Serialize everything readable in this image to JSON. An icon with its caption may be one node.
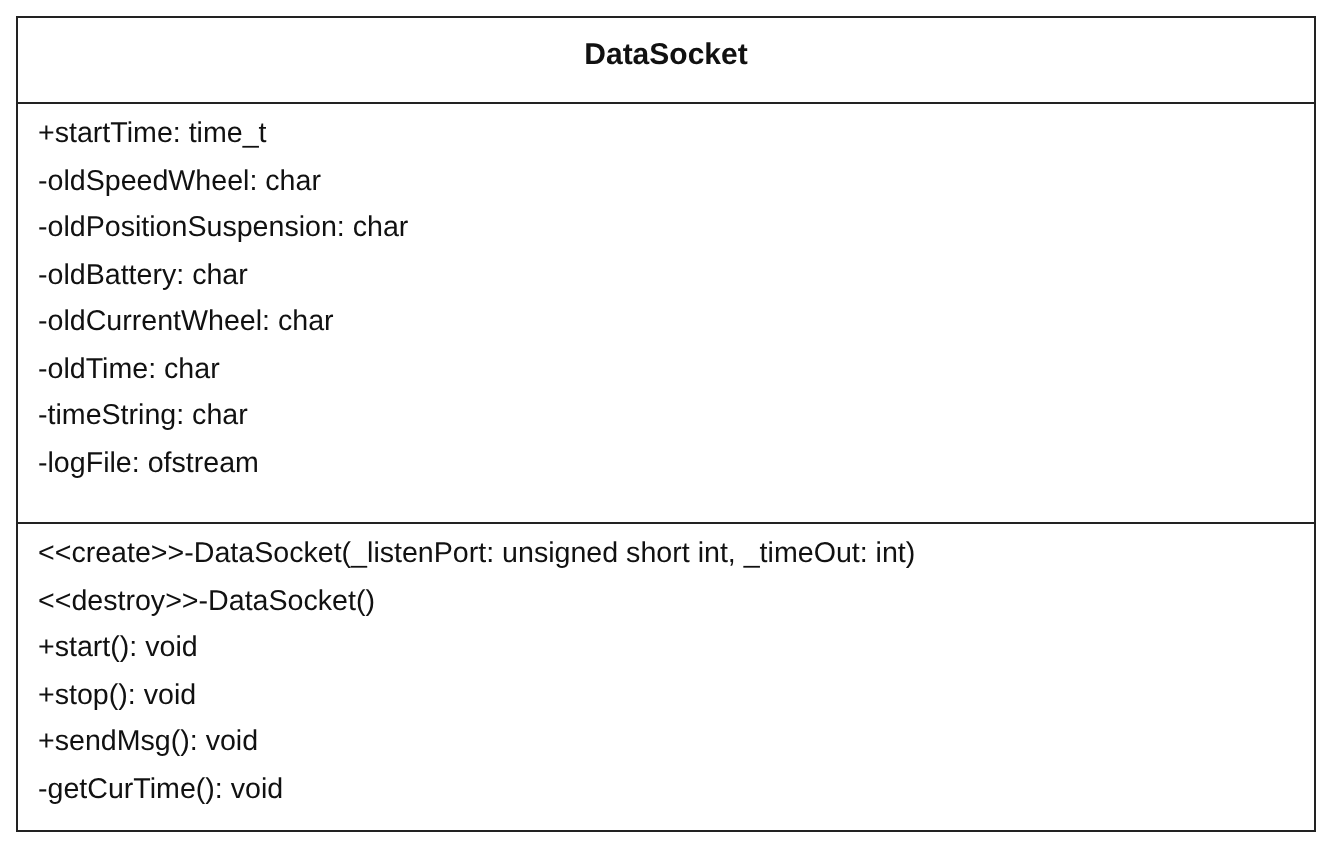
{
  "diagram": {
    "nodes": [
      {
        "text": [
          "DataSocket"
        ]
      },
      {
        "text": [
          "+startTime: time_t",
          "-oldSpeedWheel: char",
          "-oldPositionSuspension: char",
          "-oldBattery: char",
          "-oldCurrentWheel: char",
          "-oldTime: char",
          "-timeString: char",
          "-logFile: ofstream"
        ],
        "in": 0
      },
      {
        "text": [
          "<<create>>-DataSocket(_listenPort: unsigned short int, _timeOut: int)",
          "<<destroy>>-DataSocket()",
          "+start(): void",
          "+stop(): void",
          "+sendMsg(): void",
          "-getCurTime(): void"
        ],
        "in": 0
      }
    ],
    "edges": []
  }
}
